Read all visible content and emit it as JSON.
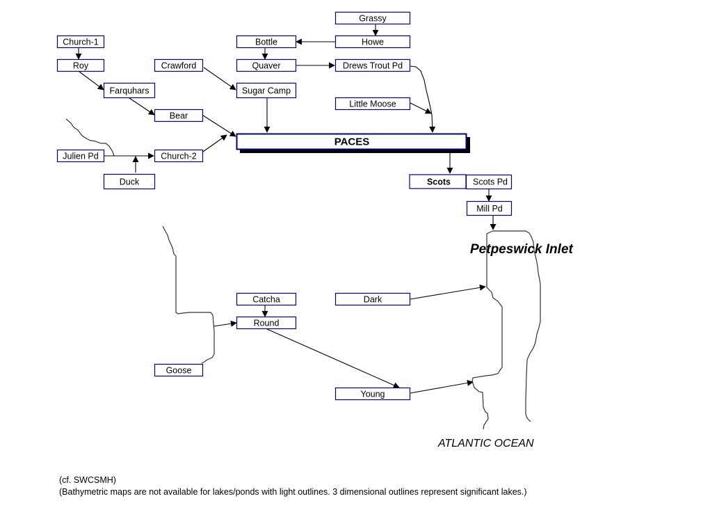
{
  "diagram": {
    "nodes": {
      "grassy": "Grassy",
      "church1": "Church-1",
      "bottle": "Bottle",
      "howe": "Howe",
      "roy": "Roy",
      "crawford": "Crawford",
      "quaver": "Quaver",
      "drews": "Drews Trout Pd",
      "farquhars": "Farquhars",
      "sugarcamp": "Sugar Camp",
      "littlemoose": "Little Moose",
      "bear": "Bear",
      "paces": "PACES",
      "julien": "Julien Pd",
      "church2": "Church-2",
      "duck": "Duck",
      "scots": "Scots",
      "scotspd": "Scots Pd",
      "millpd": "Mill Pd",
      "catcha": "Catcha",
      "dark": "Dark",
      "round": "Round",
      "goose": "Goose",
      "young": "Young"
    },
    "labels": {
      "inlet": "Petpeswick Inlet",
      "ocean": "ATLANTIC OCEAN"
    },
    "colors": {
      "box_border": "#000080",
      "significant_border": "#000080",
      "shadow": "#000000"
    }
  },
  "footnotes": {
    "source": "(cf. SWCSMH)",
    "note": "(Bathymetric maps are not available for lakes/ponds with light outlines. 3 dimensional outlines represent significant lakes.)"
  }
}
